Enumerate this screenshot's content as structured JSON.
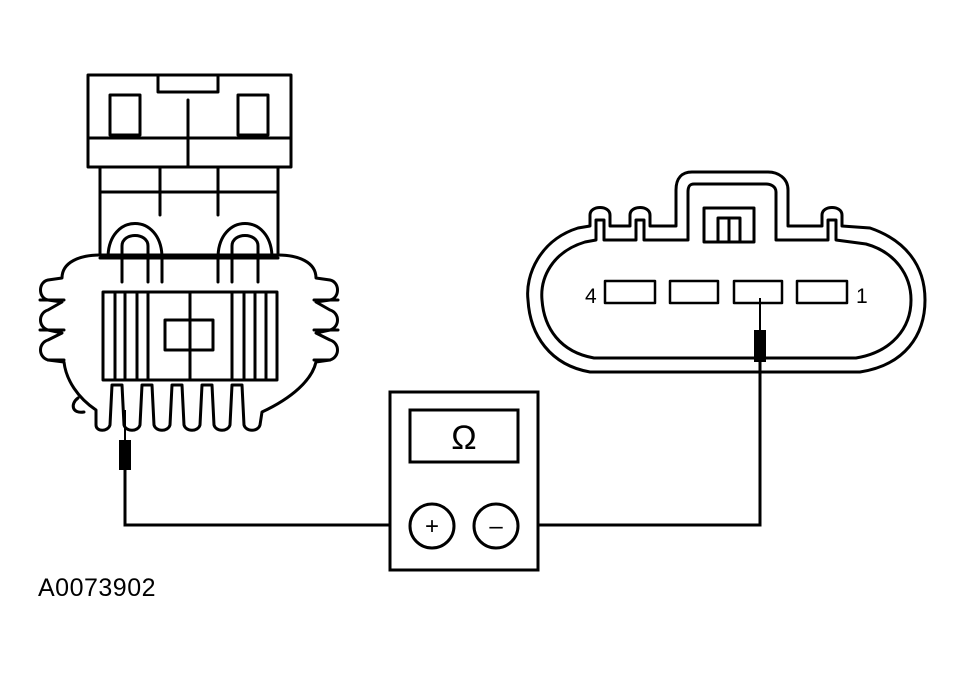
{
  "figure_id": "A0073902",
  "meter": {
    "display_symbol": "Ω",
    "positive_terminal": "+",
    "negative_terminal": "–"
  },
  "connector": {
    "pin_label_left": "4",
    "pin_label_right": "1"
  },
  "colors": {
    "line": "#000000",
    "background": "#ffffff"
  }
}
